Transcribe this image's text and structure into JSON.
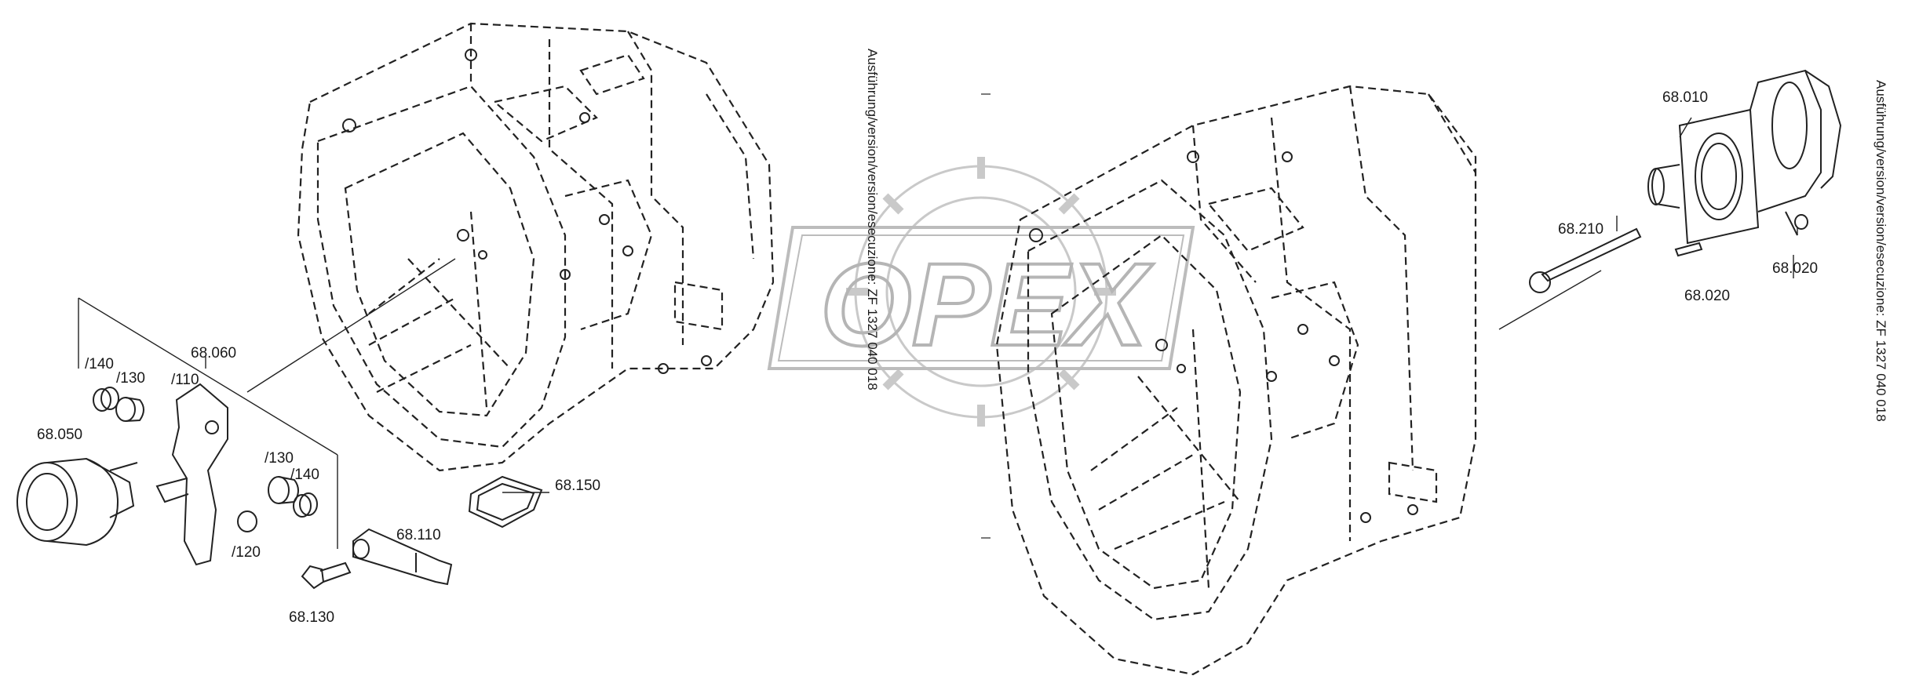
{
  "watermark": {
    "text": "OPEX",
    "color": "#c8c8c8"
  },
  "version_note": {
    "text_left": "Ausführung/version/version/esecuzione: ZF  1327 040 018",
    "text_right": "Ausführung/version/version/esecuzione: ZF  1327 040 018"
  },
  "labels": {
    "p68_060": "68.060",
    "p140_a": "/140",
    "p130_a": "/130",
    "p110": "/110",
    "p68_050": "68.050",
    "p130_b": "/130",
    "p140_b": "/140",
    "p120": "/120",
    "p68_110": "68.110",
    "p68_130": "68.130",
    "p68_150": "68.150",
    "p68_010": "68.010",
    "p68_210": "68.210",
    "p68_020_a": "68.020",
    "p68_020_b": "68.020"
  },
  "colors": {
    "ink": "#1a1a1a",
    "line": "#222222"
  }
}
